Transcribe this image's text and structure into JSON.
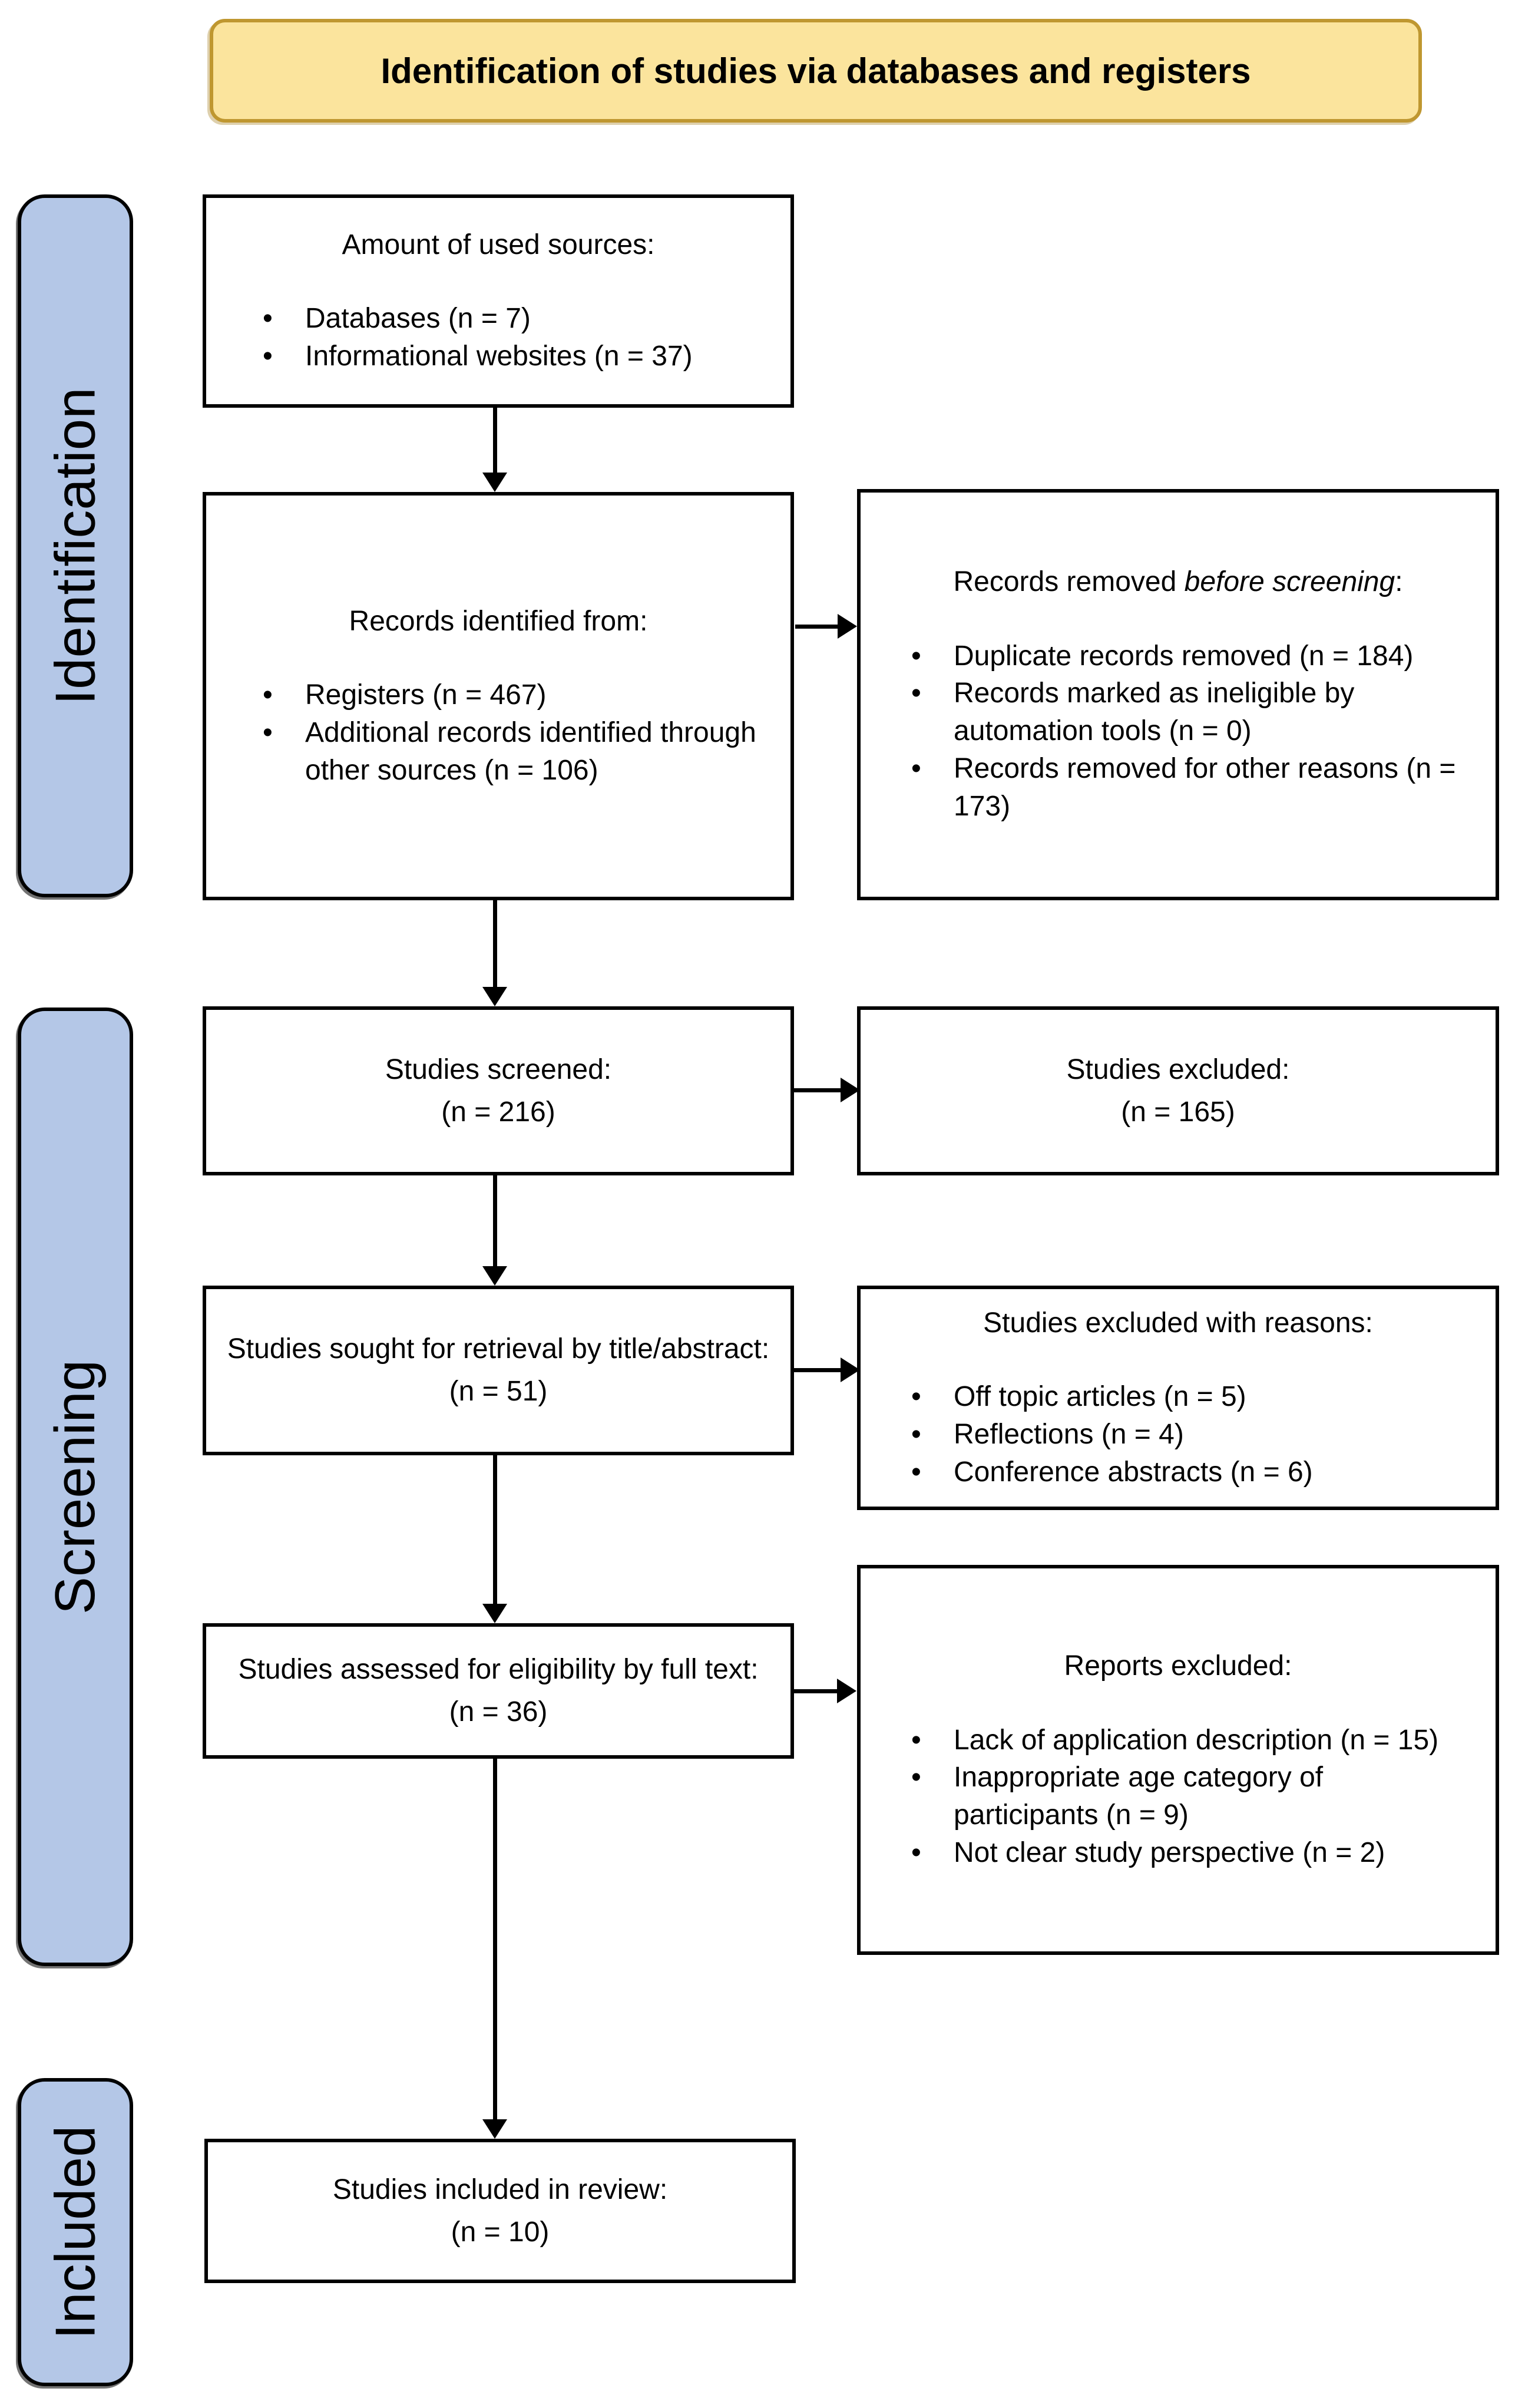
{
  "header": {
    "title": "Identification of studies via databases and registers"
  },
  "stages": {
    "identification": "Identification",
    "screening": "Screening",
    "included": "Included"
  },
  "boxes": {
    "sources": {
      "heading": "Amount of used sources:",
      "bullets": [
        "Databases (n = 7)",
        "Informational websites (n = 37)"
      ]
    },
    "records_identified": {
      "heading": "Records identified from:",
      "bullets": [
        "Registers (n = 467)",
        "Additional records identified through other sources (n = 106)"
      ]
    },
    "records_removed": {
      "heading_prefix": "Records removed ",
      "heading_italic": "before screening",
      "heading_suffix": ":",
      "bullets": [
        "Duplicate records removed  (n = 184)",
        "Records marked as ineligible by automation tools (n = 0)",
        "Records removed for other reasons (n = 173)"
      ]
    },
    "studies_screened": {
      "line1": "Studies screened:",
      "line2": "(n = 216)"
    },
    "studies_excluded": {
      "line1": "Studies excluded:",
      "line2": "(n = 165)"
    },
    "studies_sought": {
      "line1": "Studies sought for retrieval by title/abstract:",
      "line2": "(n = 51)"
    },
    "studies_excluded_reasons": {
      "heading": "Studies excluded with reasons:",
      "bullets": [
        "Off topic articles (n = 5)",
        "Reflections (n = 4)",
        "Conference abstracts (n = 6)"
      ]
    },
    "studies_assessed": {
      "line1": "Studies assessed for eligibility by full text:",
      "line2": "(n = 36)"
    },
    "reports_excluded": {
      "heading": "Reports excluded:",
      "bullets": [
        "Lack of application description (n = 15)",
        "Inappropriate age category of participants (n = 9)",
        "Not clear study perspective (n = 2)"
      ]
    },
    "studies_included": {
      "line1": "Studies included in review:",
      "line2": "(n = 10)"
    }
  },
  "colors": {
    "title_fill": "#fbe49d",
    "title_border": "#bf9730",
    "stage_fill": "#b4c7e7",
    "stage_border": "#000000",
    "box_border": "#000000",
    "arrow": "#000000"
  }
}
